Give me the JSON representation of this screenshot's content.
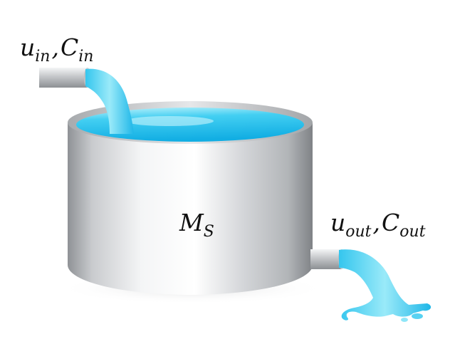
{
  "labels": {
    "inlet": {
      "main": "u",
      "sub": "in",
      "sep": ",",
      "main2": "C",
      "sub2": "in"
    },
    "outlet": {
      "main": "u",
      "sub": "out",
      "sep": ",",
      "main2": "C",
      "sub2": "out"
    },
    "mass": {
      "main": "M",
      "sub": "S"
    }
  },
  "colors": {
    "water_light": "#7fe3f7",
    "water_mid": "#35c6ee",
    "water_dark": "#0ea7dc",
    "tank_light": "#f2f3f4",
    "tank_mid": "#c7c9cc",
    "tank_dark": "#8f9296",
    "label": "#111111"
  }
}
